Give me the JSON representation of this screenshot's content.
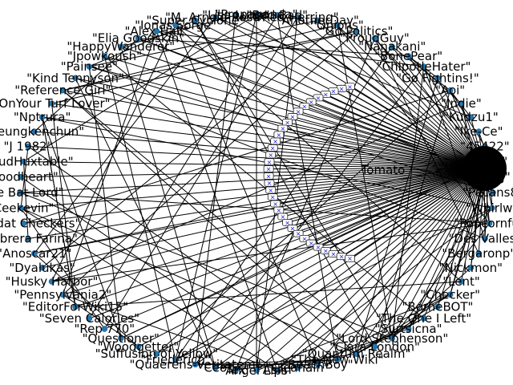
{
  "diagram": {
    "type": "network-graph",
    "node_color": "#1f77b4",
    "edge_color": "#000000",
    "hub": {
      "label": "",
      "color": "#000000"
    },
    "inner_ring": {
      "label": "Tomato",
      "count": 34
    },
    "outer_nodes": [
      "Propaganda",
      "Bad Bad",
      "Red Herring",
      "AnotherDay",
      "Onions",
      "Go Politics",
      "ProudGuy",
      "Nanakani",
      "BonePear",
      "ChipotleHater",
      "Go Fightins!",
      "Aoi",
      "Indie",
      "Kudzu1",
      "Ike-Ce",
      "45422",
      "Ostr",
      "Ping",
      "Pecans8",
      "Whirlw",
      "Popcornfu",
      "Des Valles",
      "Bergaronp",
      "Nickmon",
      "Lent",
      "Checker",
      "BorneBOT",
      "The One I Left",
      "Surtsicna",
      "Lord Stephenson",
      "Clara London",
      "Quantum Realm",
      "The New Wiki",
      "BeachBoy",
      "Cleanaln",
      "Aslin",
      "Angel Lips",
      "Tex",
      "Ceo",
      "Quaerens-veritatem",
      "Friederich",
      "Suffusion of Yellow",
      "Woodgetter",
      "Questioner",
      "Rep 770",
      "Seven Calories",
      "EditorForWiki15",
      "Pennsylvania2",
      "Husky Harbor",
      "Dyalukas",
      "Anoscar21",
      "Cabrera Farina",
      "Goodat Checkers",
      "Ceekevin",
      "The Bat Lord",
      "Goodheart",
      "CloudHuxtable",
      "J 1982",
      "Seungkenchun",
      "Nptrura",
      "OnYour Turf Lover",
      "Reference Girl",
      "Kind Tennyson",
      "Painsee",
      "Jpowkoush",
      "HappyWanderer",
      "Elia Goodskin",
      "Alex Hall",
      "Ionas Sorge",
      "Super Cyclone",
      "M. Arnold Rosa",
      "Lisa Luna"
    ]
  }
}
